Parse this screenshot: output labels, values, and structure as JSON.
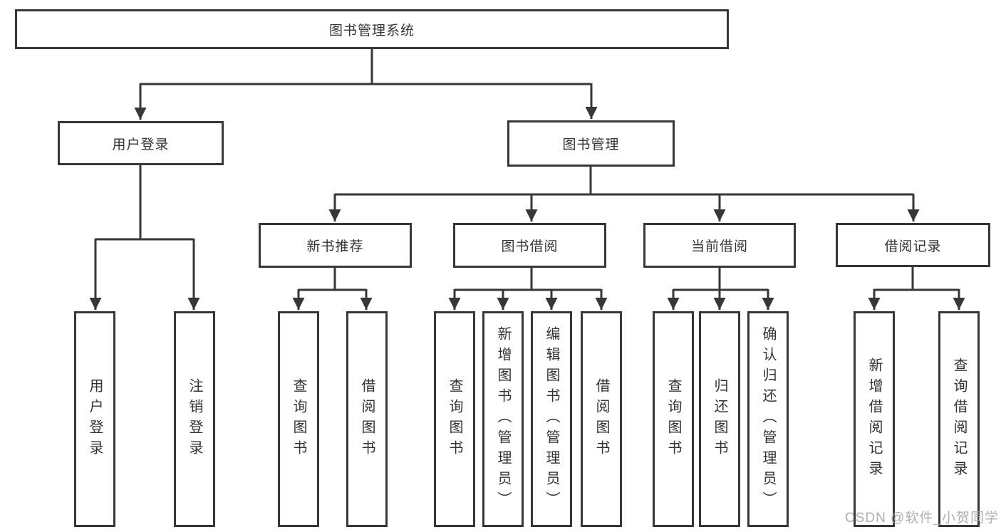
{
  "tree": {
    "root": "图书管理系统",
    "login_branch": {
      "label": "用户登录",
      "leaves": [
        "用户登录",
        "注销登录"
      ]
    },
    "management_branch": {
      "label": "图书管理",
      "groups": [
        {
          "label": "新书推荐",
          "leaves": [
            "查询图书",
            "借阅图书"
          ]
        },
        {
          "label": "图书借阅",
          "leaves": [
            "查询图书",
            "新增图书（管理员）",
            "编辑图书（管理员）",
            "借阅图书"
          ]
        },
        {
          "label": "当前借阅",
          "leaves": [
            "查询图书",
            "归还图书",
            "确认归还（管理员）"
          ]
        },
        {
          "label": "借阅记录",
          "leaves": [
            "新增借阅记录",
            "查询借阅记录"
          ]
        }
      ]
    }
  },
  "watermark": "CSDN @软件_小贺同学",
  "colors": {
    "line": "#373737",
    "box_border": "#373737",
    "box_fill": "#ffffff",
    "text": "#333333",
    "watermark": "#a8a8a8"
  }
}
